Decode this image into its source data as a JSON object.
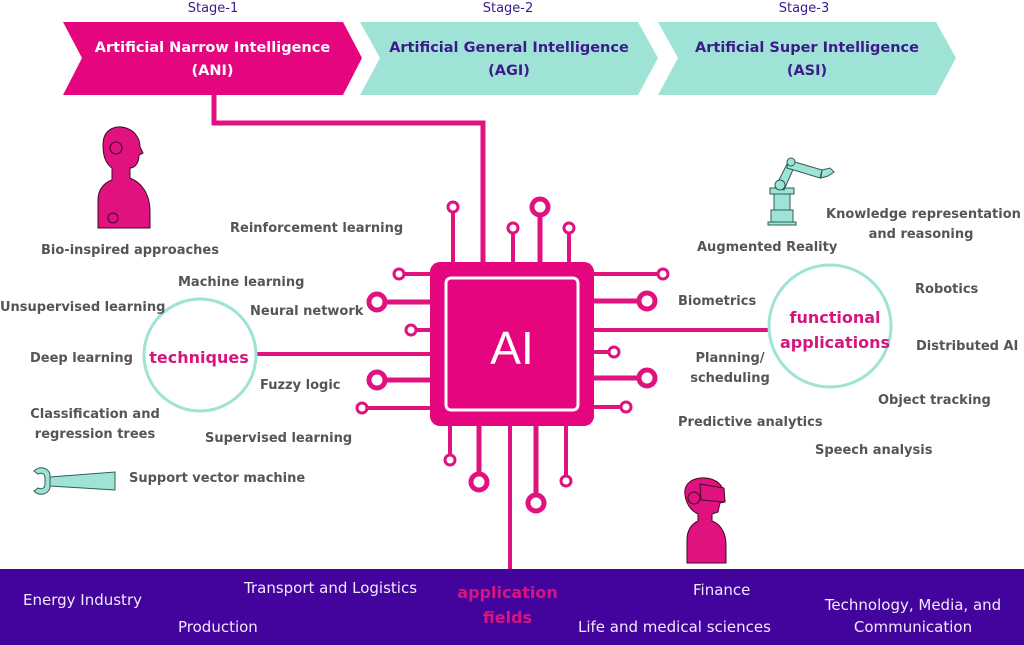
{
  "stages": [
    {
      "label": "Stage-1",
      "title": "Artificial Narrow Intelligence",
      "abbr": "(ANI)",
      "fill": "#e5057f",
      "text_color": "#ffffff"
    },
    {
      "label": "Stage-2",
      "title": "Artificial General Intelligence",
      "abbr": "(AGI)",
      "fill": "#9ee3d6",
      "text_color": "#3d1a8a"
    },
    {
      "label": "Stage-3",
      "title": "Artificial Super Intelligence",
      "abbr": "(ASI)",
      "fill": "#9ee3d6",
      "text_color": "#3d1a8a"
    }
  ],
  "chip": {
    "label": "AI",
    "color": "#e5057f"
  },
  "techniques": {
    "hub": "techniques",
    "items": [
      "Reinforcement learning",
      "Bio-inspired approaches",
      "Machine learning",
      "Unsupervised learning",
      "Neural network",
      "Deep learning",
      "Fuzzy logic",
      "Classification and",
      "regression trees",
      "Supervised learning",
      "Support vector machine"
    ]
  },
  "functional": {
    "hub_line1": "functional",
    "hub_line2": "applications",
    "items": [
      "Knowledge representation",
      "and reasoning",
      "Augmented Reality",
      "Robotics",
      "Biometrics",
      "Distributed AI",
      "Planning/",
      "scheduling",
      "Object tracking",
      "Predictive analytics",
      "Speech analysis"
    ]
  },
  "application_fields": {
    "hub_line1": "application",
    "hub_line2": "fields",
    "items": [
      "Energy Industry",
      "Transport and Logistics",
      "Production",
      "Finance",
      "Life and medical sciences",
      "Technology, Media, and",
      "Communication"
    ]
  },
  "icons": [
    "robot-bust-icon",
    "robotic-arm-icon",
    "robot-gripper-icon",
    "vr-headset-person-icon"
  ],
  "colors": {
    "magenta": "#e5057f",
    "teal": "#9ee3d6",
    "purple": "#43039d"
  }
}
